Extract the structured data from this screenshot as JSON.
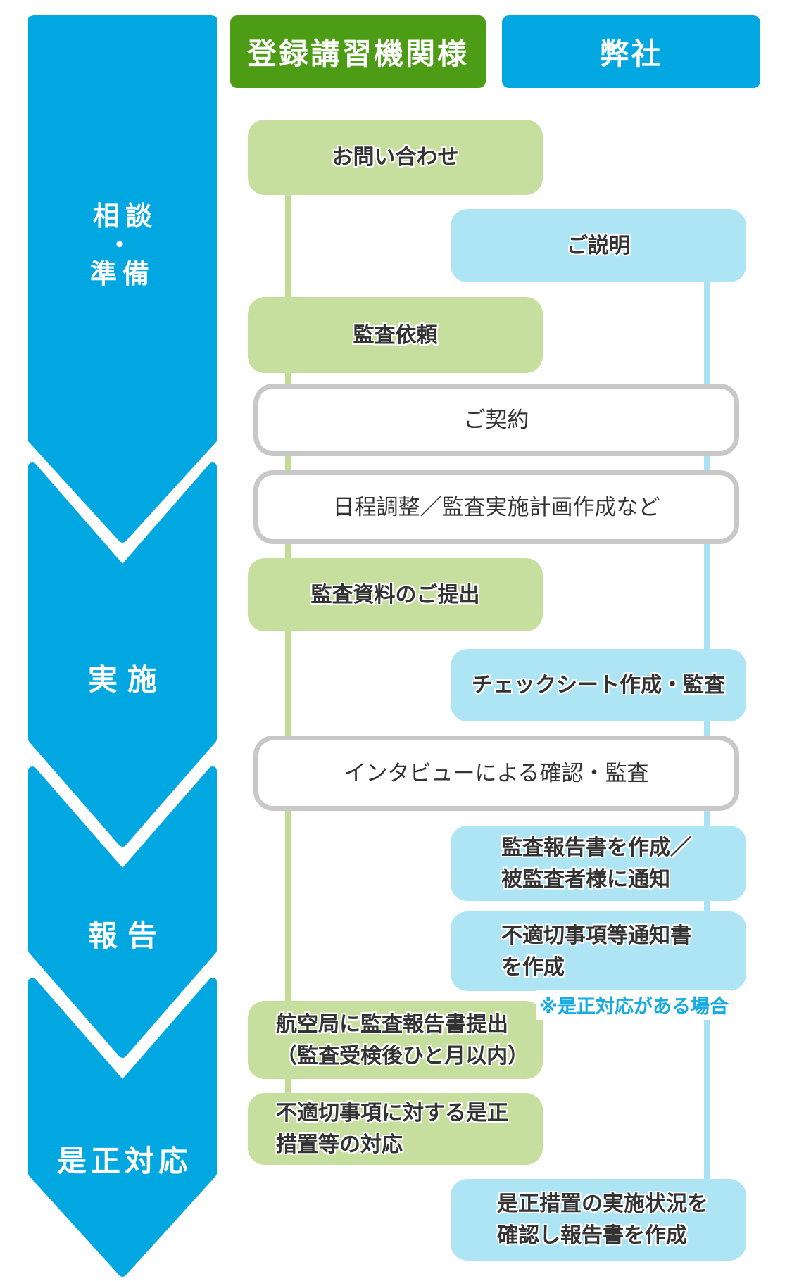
{
  "diagram": {
    "columns": {
      "org_header": "登録講習機関様",
      "company_header": "弊社"
    },
    "stages": [
      {
        "id": "consult-prepare",
        "label": "相談\n・\n準備"
      },
      {
        "id": "implementation",
        "label": "実施"
      },
      {
        "id": "report",
        "label": "報告"
      },
      {
        "id": "corrective-action",
        "label": "是正対応"
      }
    ],
    "steps": [
      {
        "actor": "registered-training-org",
        "label": "お問い合わせ"
      },
      {
        "actor": "our-company",
        "label": "ご説明"
      },
      {
        "actor": "registered-training-org",
        "label": "監査依頼"
      },
      {
        "actor": "both",
        "label": "ご契約"
      },
      {
        "actor": "both",
        "label": "日程調整／監査実施計画作成など"
      },
      {
        "actor": "registered-training-org",
        "label": "監査資料のご提出"
      },
      {
        "actor": "our-company",
        "label": "チェックシート作成・監査"
      },
      {
        "actor": "both",
        "label": "インタビューによる確認・監査"
      },
      {
        "actor": "our-company",
        "label": "監査報告書を作成／\n被監査者様に通知"
      },
      {
        "actor": "our-company",
        "label": "不適切事項等通知書\nを作成"
      },
      {
        "actor": "registered-training-org",
        "label": "航空局に監査報告書提出\n（監査受検後ひと月以内）"
      },
      {
        "actor": "registered-training-org",
        "label": "不適切事項に対する是正\n措置等の対応"
      },
      {
        "actor": "our-company",
        "label": "是正措置の実施状況を\n確認し報告書を作成"
      }
    ],
    "note": "※是正対応がある場合",
    "colors": {
      "primary_blue": "#00a7e1",
      "header_green": "#4d9c15",
      "step_green": "#c7df9e",
      "step_blue": "#aee5f4",
      "white_box_border": "#c8c8c8",
      "note_blue": "#16abe3",
      "text": "#333333"
    }
  }
}
